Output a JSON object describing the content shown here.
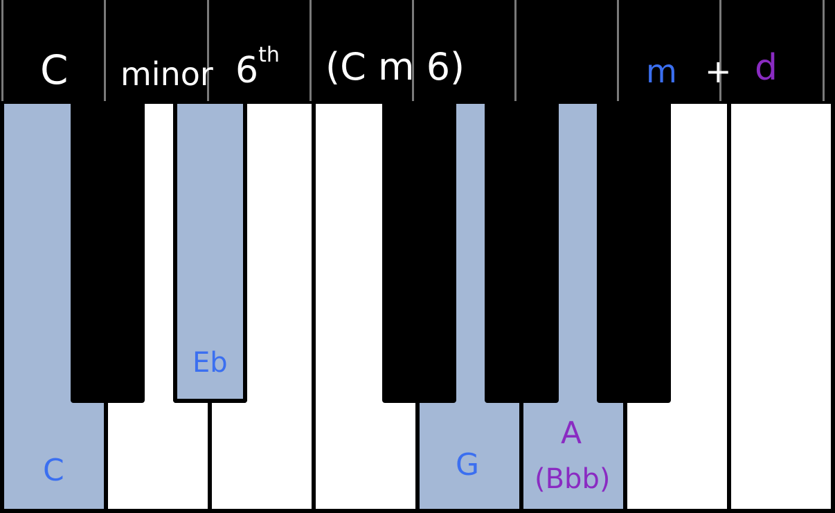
{
  "header": {
    "root": "C",
    "quality": "minor",
    "sixth_base": "6",
    "sixth_sup": "th",
    "abbrev": "(C m 6)",
    "formula_m": "m",
    "formula_plus": "+",
    "formula_d": "d"
  },
  "notes": {
    "c": "C",
    "eb": "Eb",
    "g": "G",
    "a": "A",
    "bbb": "(Bbb)"
  },
  "colors": {
    "highlight": "#a4b8d6",
    "blue_text": "#3b6ff0",
    "purple_text": "#8a2bc2"
  }
}
